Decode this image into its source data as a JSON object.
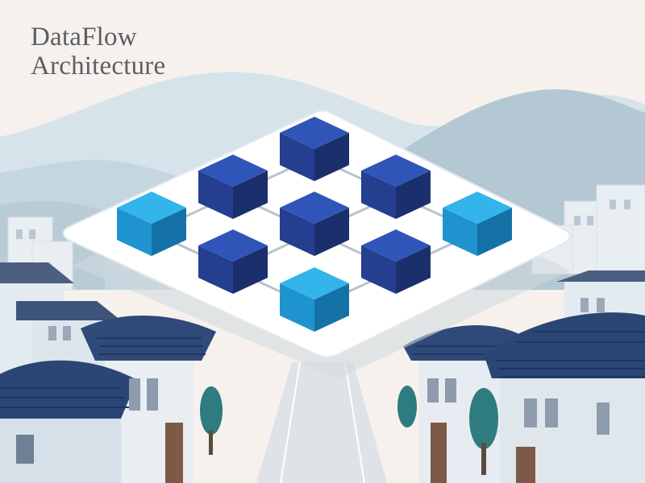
{
  "title": {
    "line1": "DataFlow",
    "line2": "Architecture"
  },
  "colors": {
    "background": "#f6f1ec",
    "title_text": "#5a5f66",
    "mountain_far": "#d7e3ea",
    "mountain_mid": "#c4d6df",
    "mountain_near": "#b3c8d3",
    "platform": "#ffffff",
    "connector": "#b9c2cc",
    "node_dark_top": "#2f55b8",
    "node_dark_left": "#243f8f",
    "node_dark_right": "#1b2f6d",
    "node_light_top": "#33b4ea",
    "node_light_left": "#1f93cf",
    "node_light_right": "#1572a6",
    "roof": "#2f4a78",
    "wall": "#e4ebf0",
    "tree": "#2e7b80",
    "road": "#dfe3e8"
  },
  "diagram": {
    "nodes": [
      {
        "id": "top",
        "variant": "dark"
      },
      {
        "id": "upper-left",
        "variant": "dark"
      },
      {
        "id": "upper-right",
        "variant": "dark"
      },
      {
        "id": "left",
        "variant": "light"
      },
      {
        "id": "center",
        "variant": "dark"
      },
      {
        "id": "right",
        "variant": "light"
      },
      {
        "id": "lower-left",
        "variant": "dark"
      },
      {
        "id": "lower-right",
        "variant": "dark"
      },
      {
        "id": "bottom",
        "variant": "light"
      }
    ],
    "edges": [
      [
        "top",
        "upper-left"
      ],
      [
        "top",
        "upper-right"
      ],
      [
        "upper-left",
        "left"
      ],
      [
        "upper-left",
        "center"
      ],
      [
        "upper-right",
        "center"
      ],
      [
        "upper-right",
        "right"
      ],
      [
        "left",
        "lower-left"
      ],
      [
        "center",
        "lower-left"
      ],
      [
        "center",
        "lower-right"
      ],
      [
        "right",
        "lower-right"
      ],
      [
        "lower-left",
        "bottom"
      ],
      [
        "lower-right",
        "bottom"
      ]
    ]
  }
}
